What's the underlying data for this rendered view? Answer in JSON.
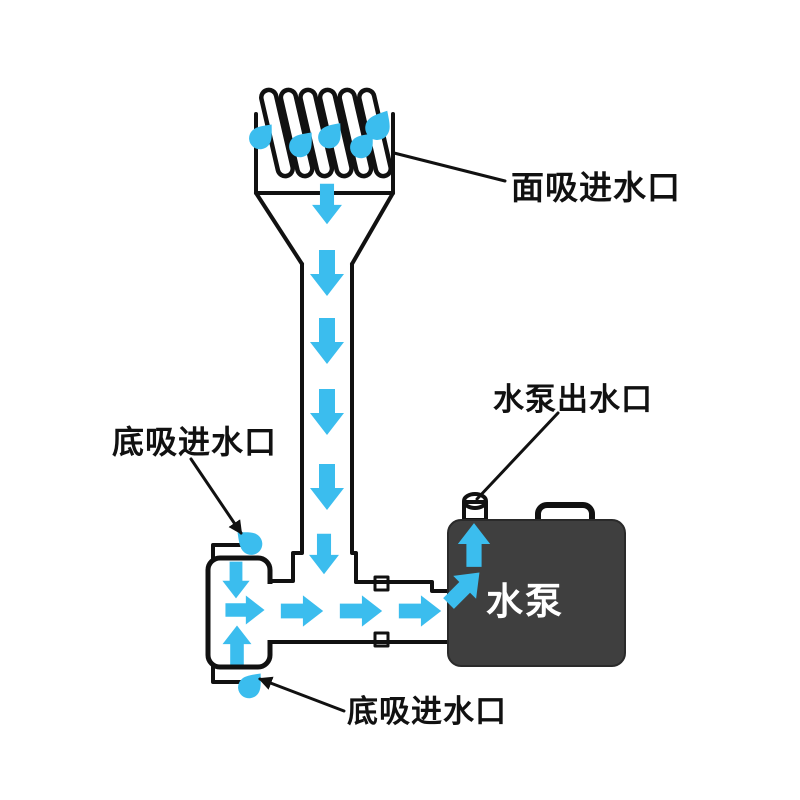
{
  "diagram": {
    "labels": {
      "surface_inlet": "面吸进水口",
      "pump_outlet": "水泵出水口",
      "bottom_inlet_upper": "底吸进水口",
      "bottom_inlet_lower": "底吸进水口",
      "pump": "水泵"
    },
    "colors": {
      "flow_arrow": "#3bbdee",
      "water_drop": "#3bbdee",
      "pump_body": "#3f3f3f",
      "pump_text": "#ffffff",
      "line": "#111111",
      "background": "#ffffff"
    },
    "icons": {
      "flow_arrow": "flow-arrow-icon",
      "water_drop": "water-drop-icon",
      "leader_arrowhead": "leader-arrowhead-icon"
    }
  }
}
